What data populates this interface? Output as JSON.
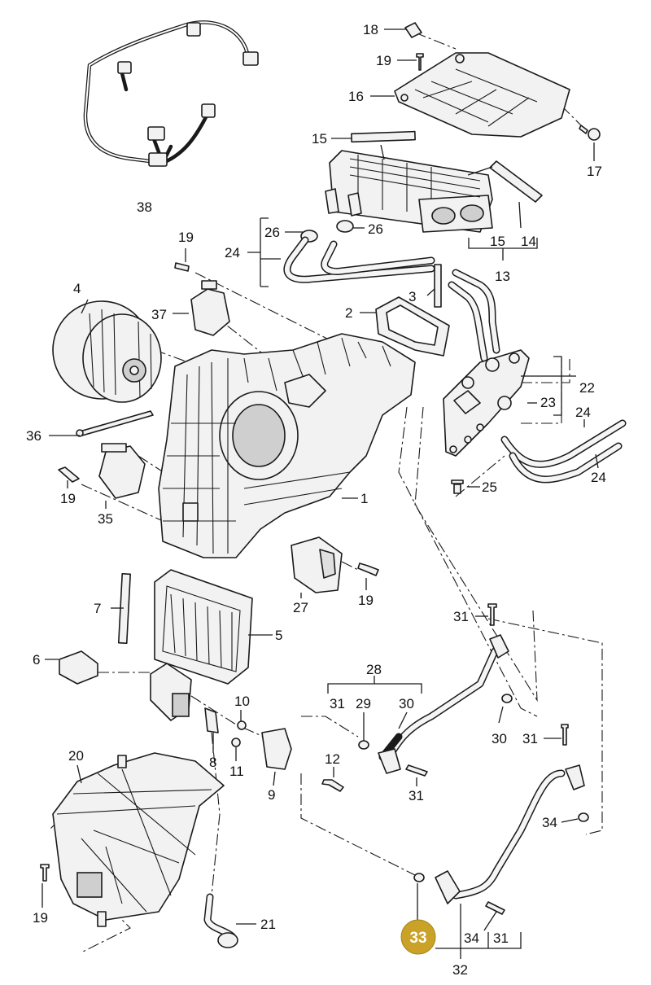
{
  "diagram": {
    "highlight_color": "#c9a227",
    "highlighted_part": "33",
    "labels": {
      "n1": "1",
      "n2": "2",
      "n3": "3",
      "n4": "4",
      "n5": "5",
      "n6": "6",
      "n7": "7",
      "n8": "8",
      "n9": "9",
      "n10": "10",
      "n11": "11",
      "n12": "12",
      "n13": "13",
      "n14": "14",
      "n15a": "15",
      "n15b": "15",
      "n16": "16",
      "n17": "17",
      "n18": "18",
      "n19a": "19",
      "n19b": "19",
      "n19c": "19",
      "n19d": "19",
      "n19e": "19",
      "n20": "20",
      "n21": "21",
      "n22": "22",
      "n23": "23",
      "n24a": "24",
      "n24b": "24",
      "n24c": "24",
      "n25": "25",
      "n26a": "26",
      "n26b": "26",
      "n27": "27",
      "n28": "28",
      "n29": "29",
      "n30a": "30",
      "n30b": "30",
      "n31a": "31",
      "n31b": "31",
      "n31c": "31",
      "n31d": "31",
      "n31e": "31",
      "n32": "32",
      "n33": "33",
      "n34a": "34",
      "n34b": "34",
      "n35": "35",
      "n36": "36",
      "n37": "37",
      "n38": "38"
    }
  }
}
